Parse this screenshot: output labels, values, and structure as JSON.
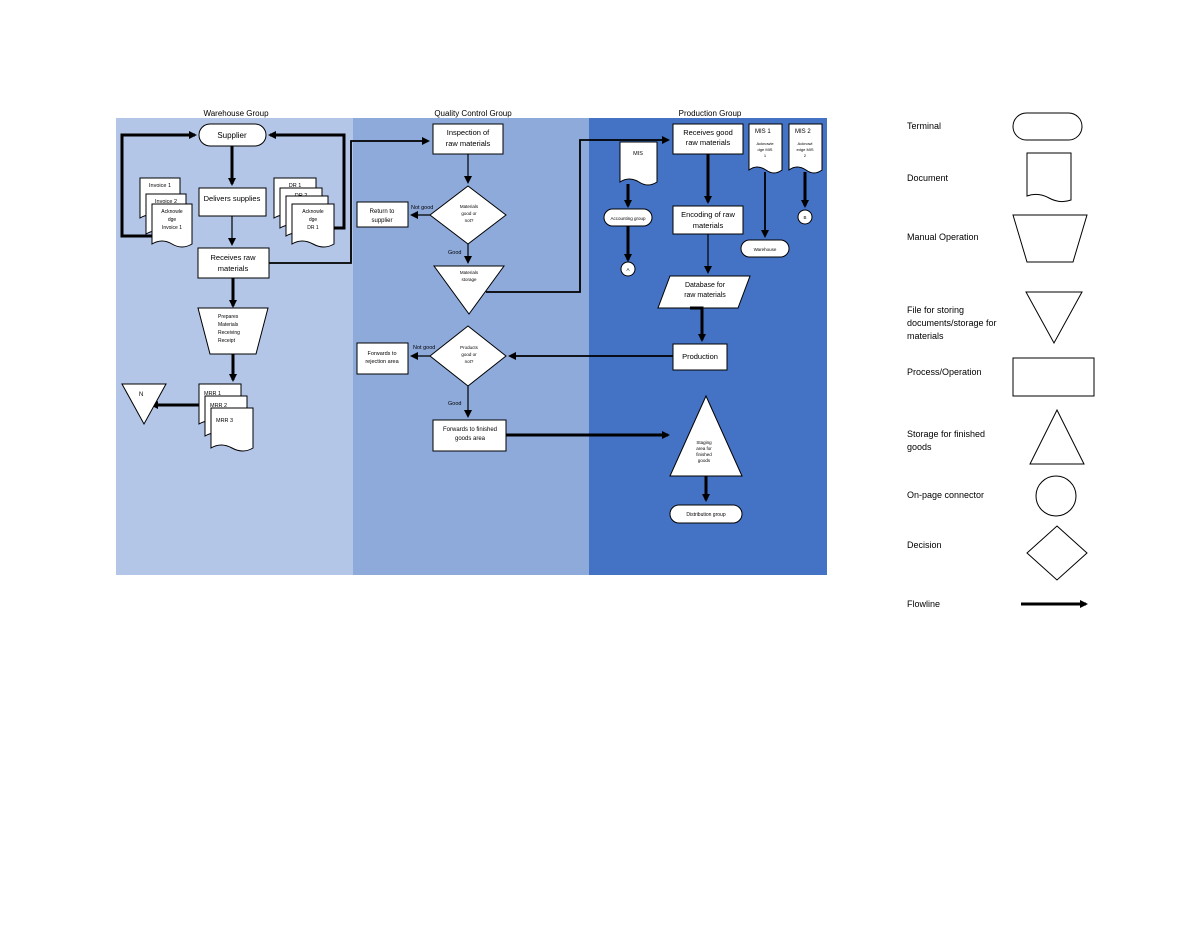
{
  "lanes": {
    "warehouse": {
      "title": "Warehouse Group",
      "color": "#b4c6e7"
    },
    "quality": {
      "title": "Quality Control Group",
      "color": "#8eaadb"
    },
    "production": {
      "title": "Production Group",
      "color": "#4472c4"
    }
  },
  "warehouse": {
    "supplier": "Supplier",
    "delivers": "Delivers supplies",
    "invoice1": "Invoice 1",
    "invoice2": "Invoice 2",
    "ack_invoice": [
      "Acknowle",
      "dge",
      "Invoice 1"
    ],
    "dr1": "DR 1",
    "dr2": "DR 2",
    "ack_dr": [
      "Acknowle",
      "dge",
      "DR 1"
    ],
    "receives": [
      "Receives raw",
      "materials"
    ],
    "prepare": [
      "Prepares",
      "Materials",
      "Receiving",
      "Receipt"
    ],
    "connector_n": "N",
    "mrr1": "MRR 1",
    "mrr2": "MRR 2",
    "mrr3": "MRR 3"
  },
  "quality": {
    "inspection": [
      "Inspection of",
      "raw materials"
    ],
    "decision1": [
      "Materials",
      "good or",
      "not?"
    ],
    "not_good1": "Not good",
    "return": [
      "Return to",
      "supplier"
    ],
    "good1": "Good",
    "materials_storage": [
      "Materials",
      "storage"
    ],
    "decision2": [
      "Products",
      "good or",
      "not?"
    ],
    "not_good2": "Not good",
    "rejection": [
      "Forwards to",
      "rejection area"
    ],
    "good2": "Good",
    "finished": [
      "Forwards to finished",
      "goods area"
    ]
  },
  "production": {
    "receives_good": [
      "Receives good",
      "raw materials"
    ],
    "mis": "MIS",
    "accounting": "Accounting group",
    "connector_a": "A",
    "mis1": "MIS 1",
    "mis2": "MIS 2",
    "ack_mis1": [
      "Acknowle",
      "dge MIS",
      "1"
    ],
    "ack_mis2": [
      "Acknowl",
      "edge MIS",
      "2"
    ],
    "warehouse": "Warehouse",
    "connector_b": "B",
    "encoding": [
      "Encoding of raw",
      "materials"
    ],
    "database": [
      "Database for",
      "raw materials"
    ],
    "production": "Production",
    "staging": [
      "Staging",
      "area for",
      "finished",
      "goods"
    ],
    "distribution": "Distribution group"
  },
  "legend": {
    "terminal": "Terminal",
    "document": "Document",
    "manual": "Manual Operation",
    "file": [
      "File for storing",
      "documents/storage for",
      "materials"
    ],
    "process": "Process/Operation",
    "storage": [
      "Storage for finished",
      "goods"
    ],
    "connector": "On-page connector",
    "decision": "Decision",
    "flowline": "Flowline"
  }
}
